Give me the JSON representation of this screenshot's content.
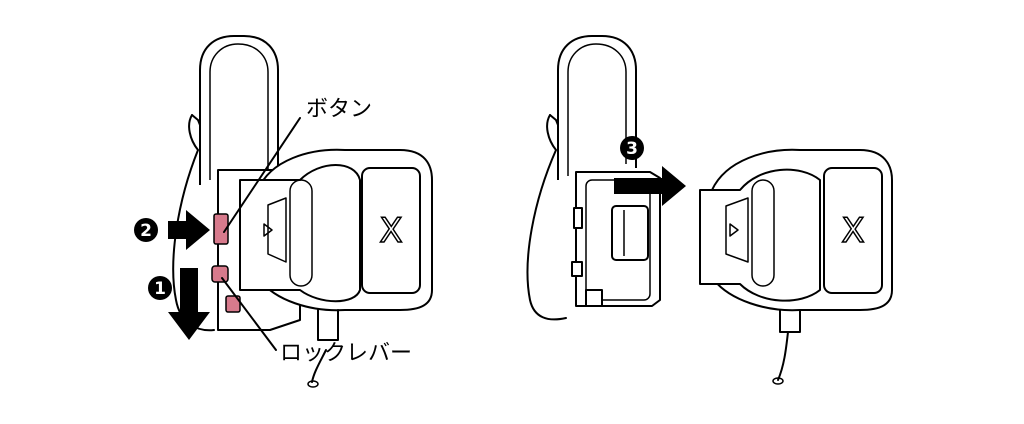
{
  "figure": {
    "labels": {
      "button": "ボタン",
      "lock_lever": "ロックレバー"
    },
    "steps": [
      {
        "number": "1",
        "action": "slide lock lever down",
        "arrow": "down"
      },
      {
        "number": "2",
        "action": "press button",
        "arrow": "right"
      },
      {
        "number": "3",
        "action": "slide unit off mount",
        "arrow": "right"
      }
    ],
    "device_logo": "X",
    "colors": {
      "highlight": "#d77a8c",
      "ink": "#000000",
      "background": "#ffffff"
    }
  }
}
